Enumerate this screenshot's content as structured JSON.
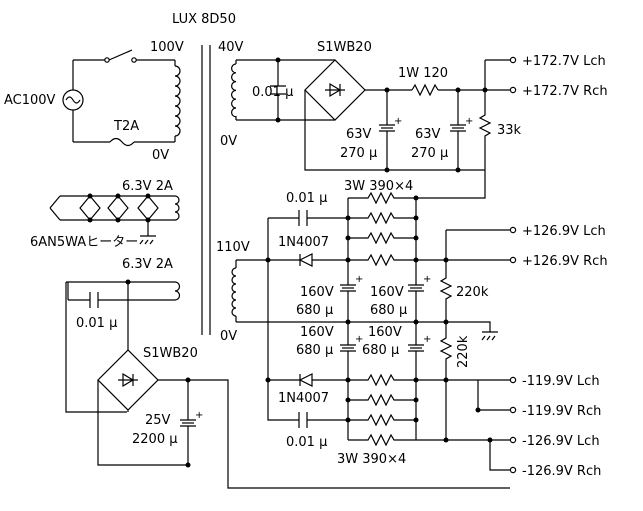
{
  "transformer_main": {
    "model": "LUX 8D50"
  },
  "primary": {
    "source": "AC100V",
    "fuse": "T2A",
    "tap_high": "100V",
    "tap_low": "0V"
  },
  "secondary_hv": {
    "tap_high": "40V",
    "tap_low": "0V"
  },
  "secondary_mv": {
    "tap_high": "110V",
    "tap_low": "0V"
  },
  "heater": {
    "rating": "6.3V 2A",
    "label": "6AN5WAヒーター"
  },
  "aux": {
    "rating": "6.3V 2A",
    "cap": "0.01 μ",
    "bridge": "S1WB20",
    "cap_value": "25V",
    "cap_size": "2200 μ"
  },
  "hv_section": {
    "cap_c1": "0.01 μ",
    "bridge": "S1WB20",
    "r_series": "1W 120",
    "c2_v": "63V",
    "c2_size": "270 μ",
    "c3_v": "63V",
    "c3_size": "270 μ",
    "r_bleed": "33k"
  },
  "mv_section": {
    "top_resistors": "3W 390×4",
    "bottom_resistors": "3W 390×4",
    "cap_top": "0.01 μ",
    "cap_bottom": "0.01 μ",
    "diode_top": "1N4007",
    "diode_bottom": "1N4007",
    "c_a_v": "160V",
    "c_a_size": "680 μ",
    "c_b_v": "160V",
    "c_b_size": "680 μ",
    "c_c_v": "160V",
    "c_c_size": "680 μ",
    "c_d_v": "160V",
    "c_d_size": "680 μ",
    "r_top": "220k",
    "r_bottom": "220k"
  },
  "outputs": [
    {
      "label": "+172.7V Lch"
    },
    {
      "label": "+172.7V Rch"
    },
    {
      "label": "+126.9V Lch"
    },
    {
      "label": "+126.9V Rch"
    },
    {
      "label": "-119.9V Lch"
    },
    {
      "label": "-119.9V Rch"
    },
    {
      "label": "-126.9V Lch"
    },
    {
      "label": "-126.9V Rch"
    }
  ]
}
